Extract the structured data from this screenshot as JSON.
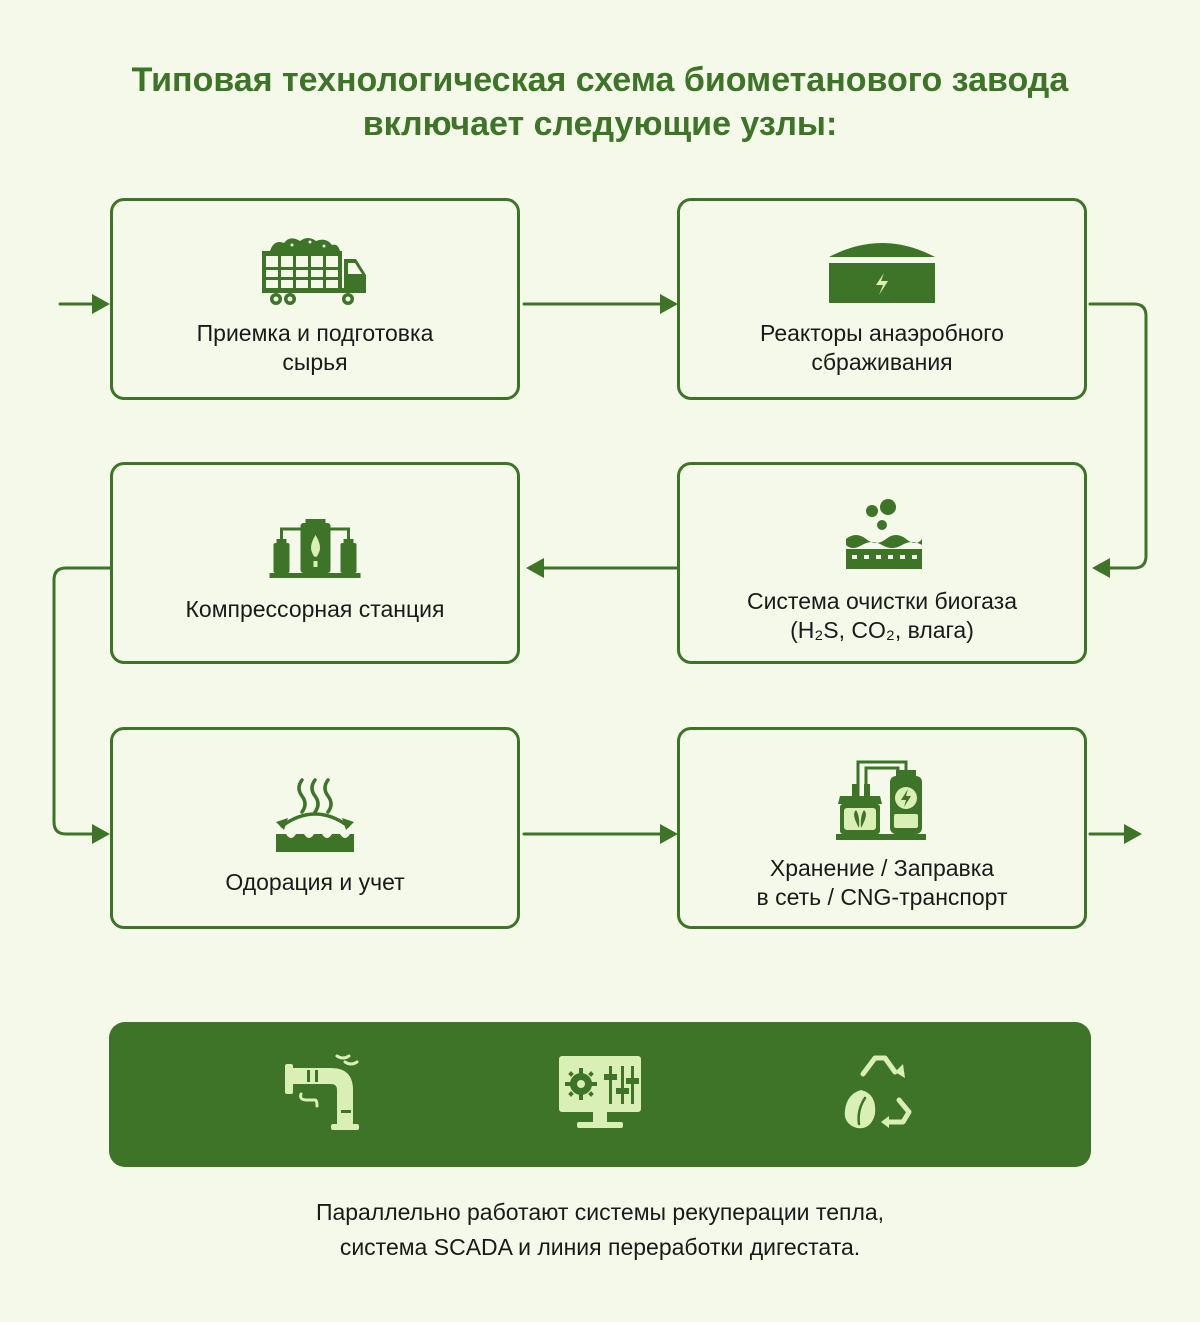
{
  "title": {
    "line1": "Типовая технологическая схема биометанового завода",
    "line2": "включает следующие узлы:"
  },
  "colors": {
    "accent": "#3e7427",
    "background": "#f4f9ea",
    "icon_light": "#d9efb5",
    "text": "#1a1a1a"
  },
  "nodes": [
    {
      "id": "feedstock",
      "icon": "truck-icon",
      "lines": [
        "Приемка и подготовка",
        "сырья"
      ]
    },
    {
      "id": "reactors",
      "icon": "digester-icon",
      "lines": [
        "Реакторы анаэробного",
        "сбраживания"
      ]
    },
    {
      "id": "compressor",
      "icon": "compressor-icon",
      "lines": [
        "Компрессорная станция"
      ]
    },
    {
      "id": "purification",
      "icon": "purification-icon",
      "lines": [
        "Система очистки биогаза",
        "(H₂S, CO₂, влага)"
      ]
    },
    {
      "id": "odorization",
      "icon": "odorization-icon",
      "lines": [
        "Одорация и учет"
      ]
    },
    {
      "id": "storage",
      "icon": "storage-icon",
      "lines": [
        "Хранение / Заправка",
        "в сеть / CNG-транспорт"
      ]
    }
  ],
  "parallel_systems": [
    {
      "icon": "heat-recovery-pipe-icon"
    },
    {
      "icon": "scada-monitor-icon"
    },
    {
      "icon": "digestate-recycle-icon"
    }
  ],
  "footnote": {
    "line1": "Параллельно работают системы рекуперации тепла,",
    "line2": "система SCADA и линия переработки дигестата."
  }
}
